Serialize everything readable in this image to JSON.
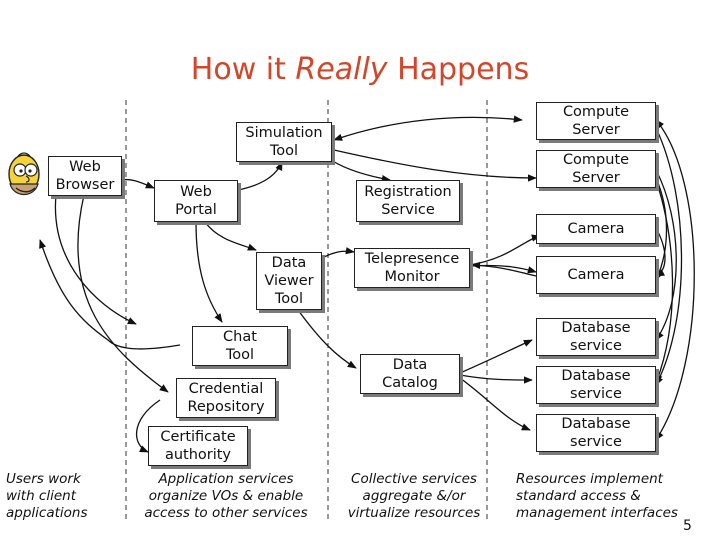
{
  "title": {
    "pre": "How it ",
    "emph": "Really",
    "post": " Happens"
  },
  "boxes": {
    "web_browser": "Web\nBrowser",
    "simulation_tool": "Simulation\nTool",
    "web_portal": "Web\nPortal",
    "registration_service": "Registration\nService",
    "data_viewer_tool": "Data\nViewer\nTool",
    "telepresence_monitor": "Telepresence\nMonitor",
    "chat_tool": "Chat\nTool",
    "credential_repository": "Credential\nRepository",
    "data_catalog": "Data\nCatalog",
    "certificate_authority": "Certificate\nauthority",
    "compute_server_1": "Compute\nServer",
    "compute_server_2": "Compute\nServer",
    "camera_1": "Camera",
    "camera_2": "Camera",
    "database_service_1": "Database\nservice",
    "database_service_2": "Database\nservice",
    "database_service_3": "Database\nservice"
  },
  "captions": {
    "users": "Users work\nwith client\napplications",
    "application": "Application services\norganize VOs & enable\naccess to other services",
    "collective": "Collective services\naggregate &/or\nvirtualize resources",
    "resources": "Resources implement\nstandard access &\nmanagement interfaces"
  },
  "page_number": "5",
  "colors": {
    "title": "#d2472b",
    "shadow": "#7a7a7a"
  },
  "icons": {
    "user_avatar": "cartoon-user-icon"
  }
}
